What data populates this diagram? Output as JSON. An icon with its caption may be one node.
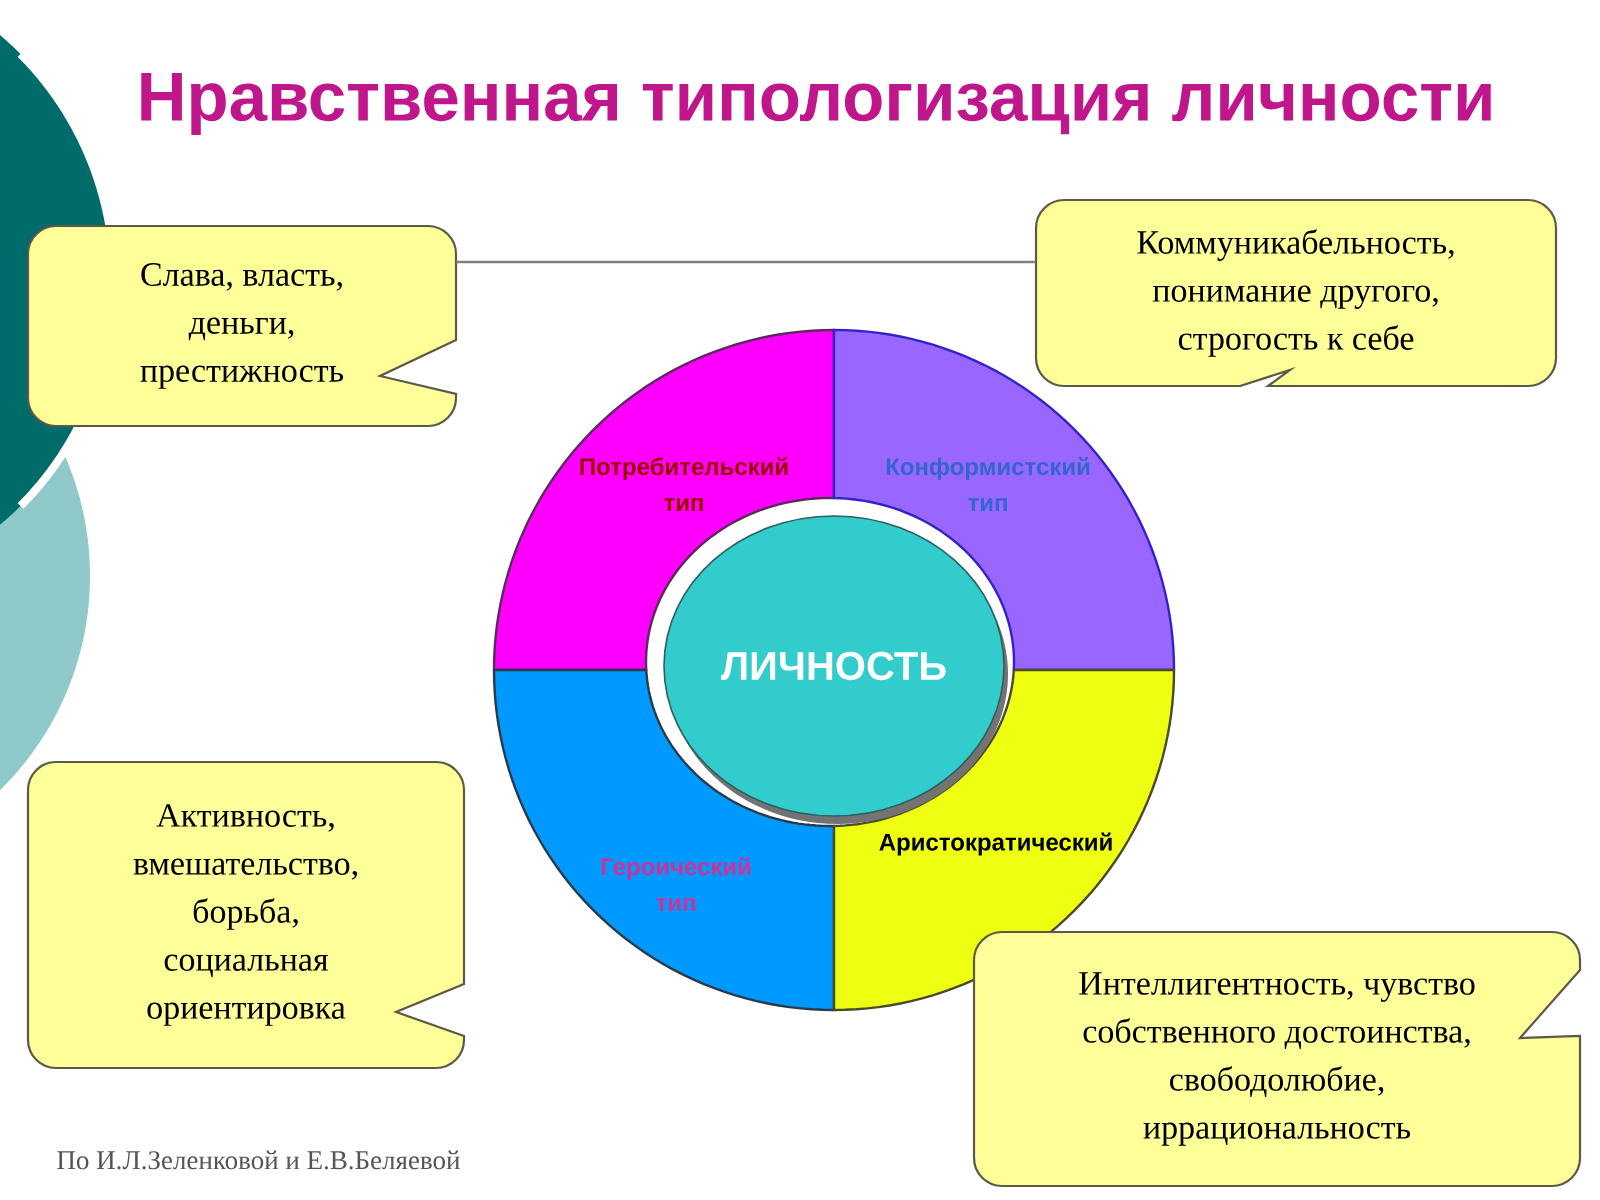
{
  "diagram": {
    "title": "Нравственная типологизация личности",
    "nodes": [
      {
        "text": [
          "Слава, власть, деньги, престижность"
        ]
      },
      {
        "text": [
          "Коммуникабельность, понимание другого, строгость к себе"
        ]
      },
      {
        "text": [
          "Потребительский тип"
        ]
      },
      {
        "text": [
          "Конформистский тип"
        ]
      },
      {
        "text": [
          "ЛИЧНОСТЬ"
        ]
      },
      {
        "text": [
          "Героический тип"
        ]
      },
      {
        "text": [
          "Аристократический"
        ]
      },
      {
        "text": [
          "Активность, вмешательство, борьба, социальная ориентировка"
        ]
      },
      {
        "text": [
          "Интеллигентность, чувство собственного достоинства, свободолюбие, иррациональность"
        ]
      }
    ],
    "edges": [
      {
        "from": 0,
        "to": 1,
        "arrow": "none"
      }
    ],
    "labels": [
      "По И.Л.Зеленковой и Е.В.Беляевой"
    ]
  }
}
